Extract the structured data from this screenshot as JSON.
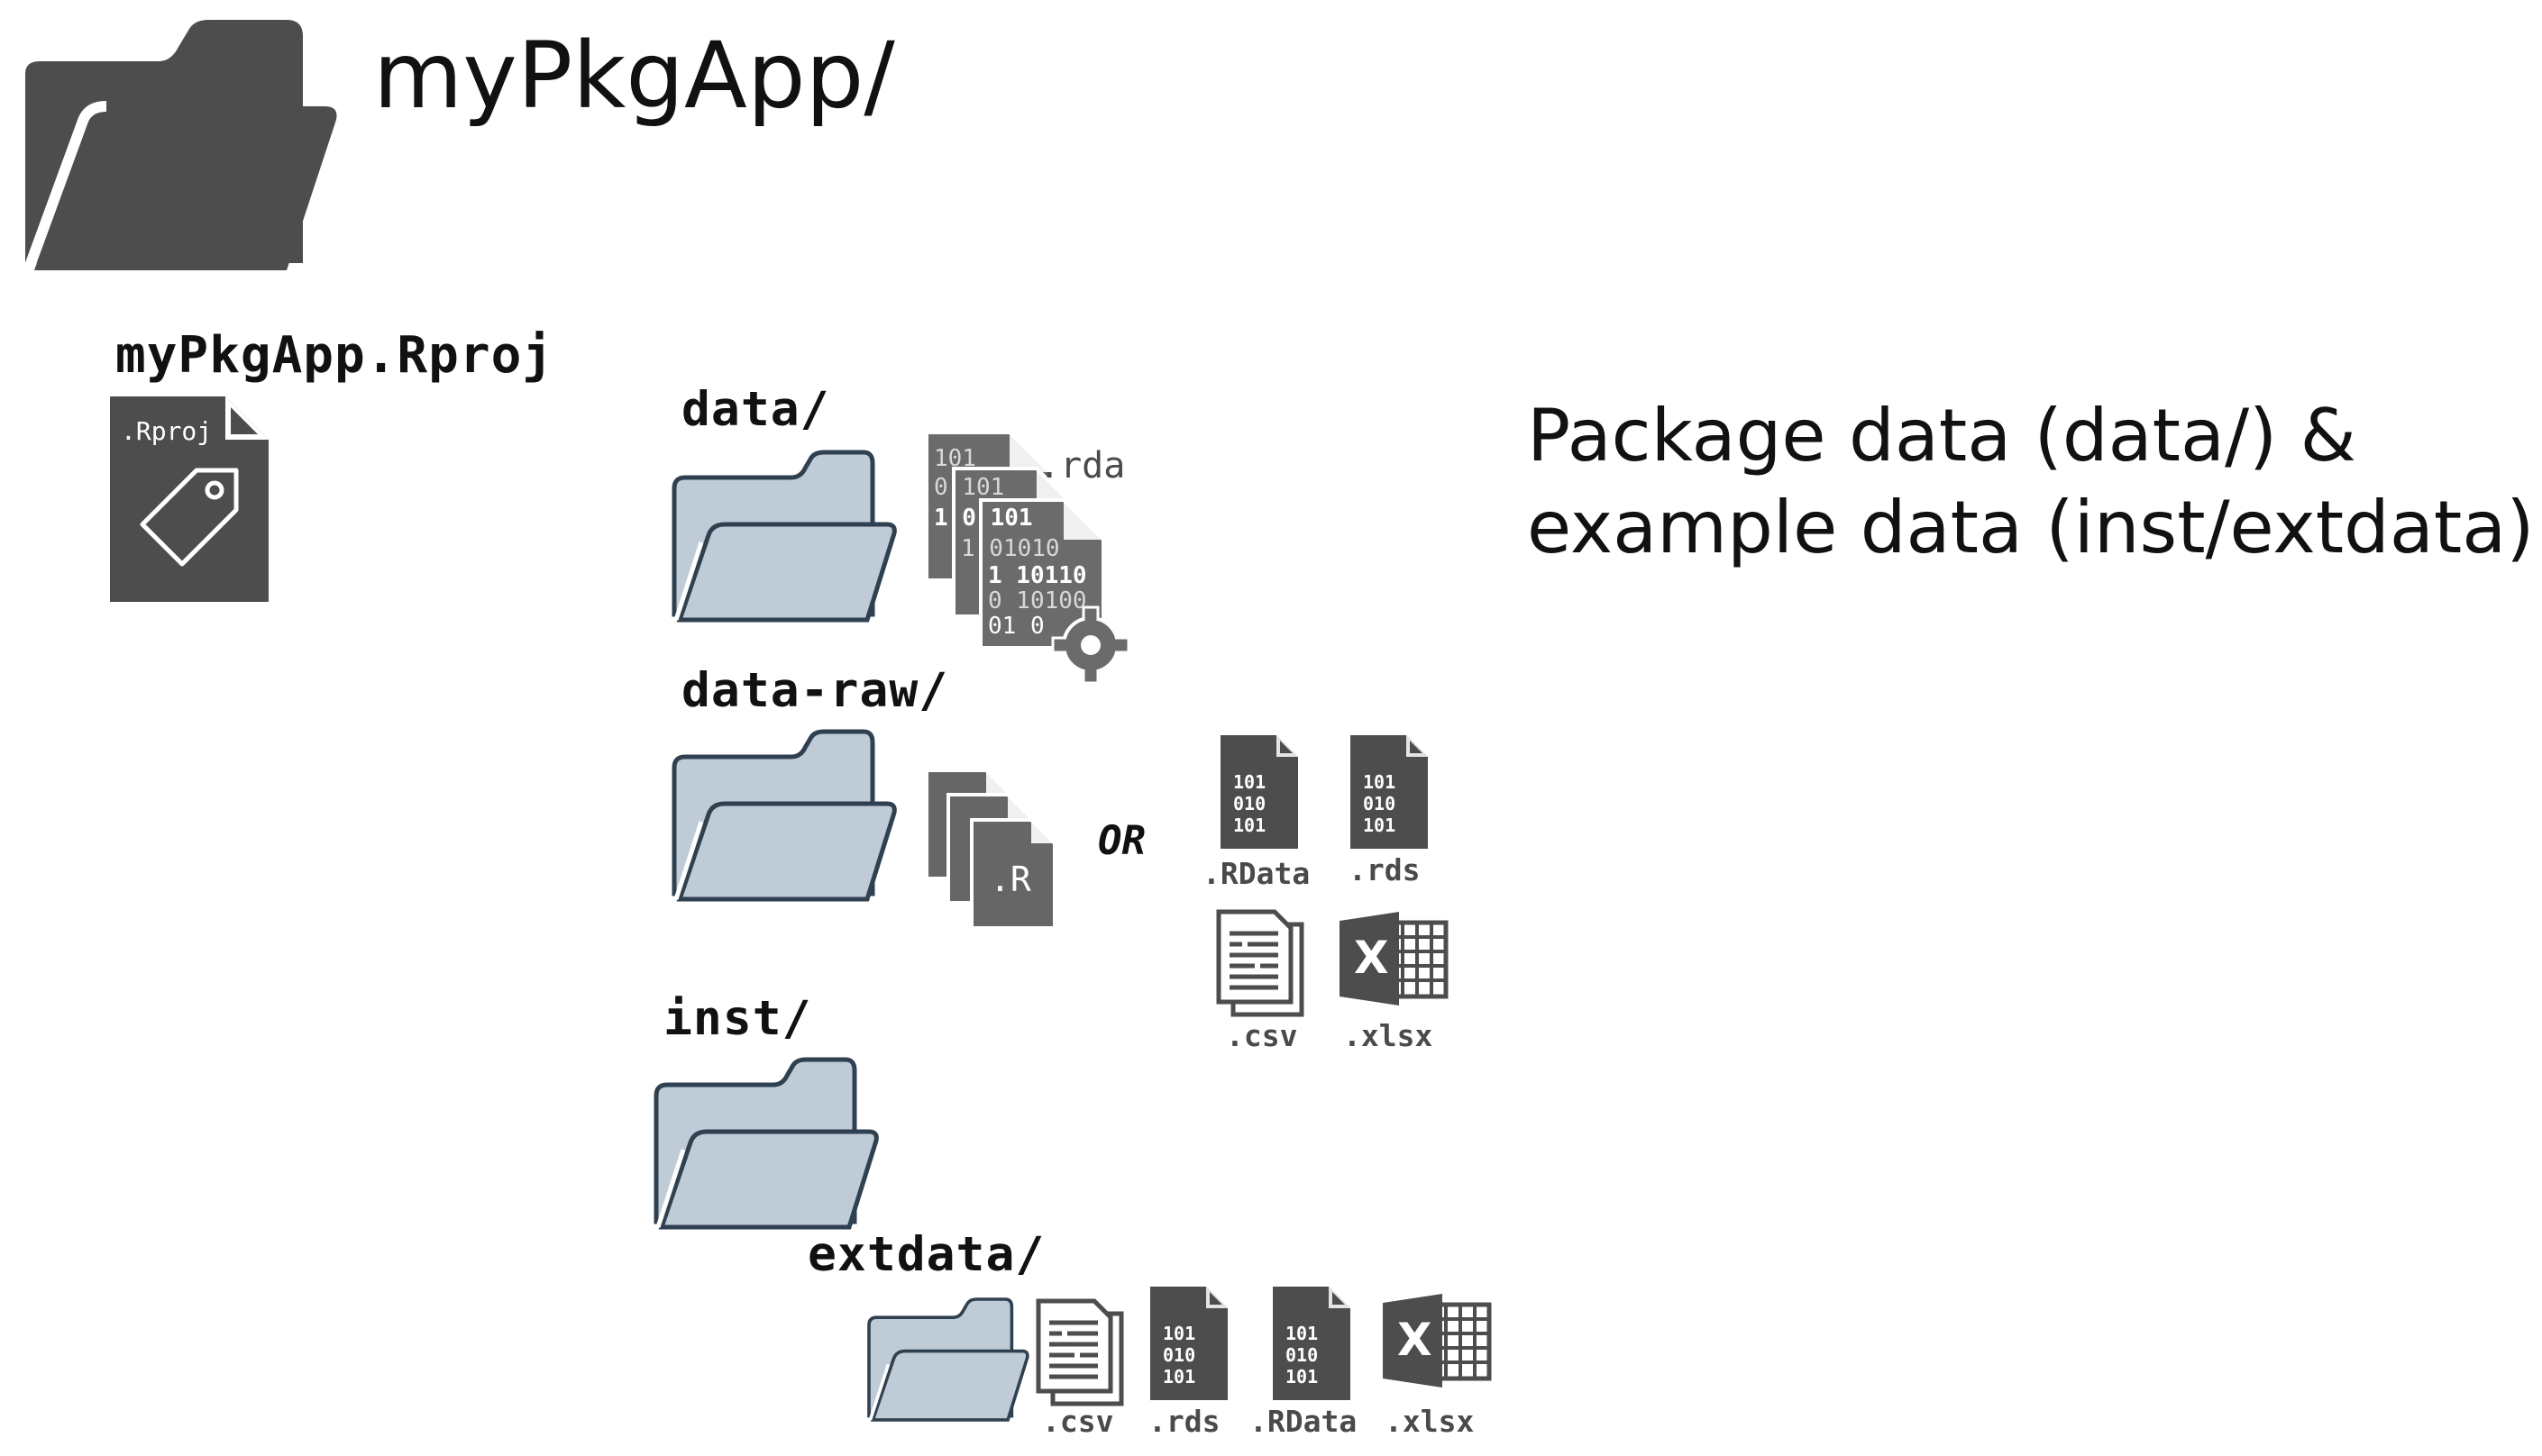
{
  "root": {
    "title": "myPkgApp/",
    "project_file": "myPkgApp.Rproj",
    "project_icon_text": ".Rproj"
  },
  "headline": {
    "line1": "Package data (data/) &",
    "line2": "example data (inst/extdata)"
  },
  "data_folder": {
    "label": "data/",
    "ext": ".rda",
    "binary_lines": [
      "101",
      "0 101",
      "1 0 101",
      "1 01010",
      "1 10110",
      "0 10100",
      "01 0"
    ]
  },
  "data_raw_folder": {
    "label": "data-raw/",
    "script_ext": ".R",
    "or_text": "OR",
    "outputs": [
      {
        "ext": ".RData",
        "icon": "binary-file-icon"
      },
      {
        "ext": ".rds",
        "icon": "binary-file-icon"
      },
      {
        "ext": ".csv",
        "icon": "csv-document-icon"
      },
      {
        "ext": ".xlsx",
        "icon": "excel-file-icon"
      }
    ]
  },
  "inst_folder": {
    "label": "inst/"
  },
  "extdata_folder": {
    "label": "extdata/",
    "files": [
      {
        "ext": ".csv",
        "icon": "csv-document-icon"
      },
      {
        "ext": ".rds",
        "icon": "binary-file-icon"
      },
      {
        "ext": ".RData",
        "icon": "binary-file-icon"
      },
      {
        "ext": ".xlsx",
        "icon": "excel-file-icon"
      }
    ]
  },
  "binary_icon_lines": [
    "101",
    "010",
    "101"
  ],
  "excel_letter": "X",
  "colors": {
    "dark_icon": "#4d4d4d",
    "folder_fill": "#bfcbd6",
    "folder_stroke": "#2f4050",
    "text": "#111111"
  }
}
